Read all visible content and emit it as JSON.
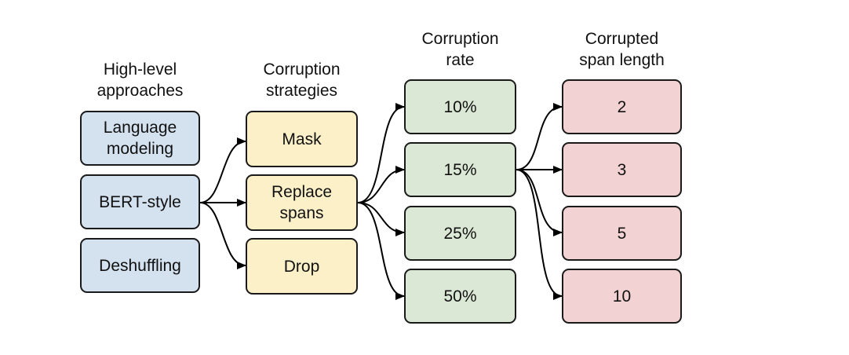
{
  "columns": {
    "approaches": {
      "title": "High-level\napproaches",
      "items": [
        "Language\nmodeling",
        "BERT-style",
        "Deshuffling"
      ]
    },
    "strategies": {
      "title": "Corruption\nstrategies",
      "items": [
        "Mask",
        "Replace\nspans",
        "Drop"
      ]
    },
    "rates": {
      "title": "Corruption\nrate",
      "items": [
        "10%",
        "15%",
        "25%",
        "50%"
      ]
    },
    "lengths": {
      "title": "Corrupted\nspan length",
      "items": [
        "2",
        "3",
        "5",
        "10"
      ]
    }
  },
  "colors": {
    "approaches": "#d4e1ef",
    "strategies": "#fcf0c9",
    "rates": "#dbe8d5",
    "lengths": "#f2d2d2",
    "edge": "#000000"
  }
}
